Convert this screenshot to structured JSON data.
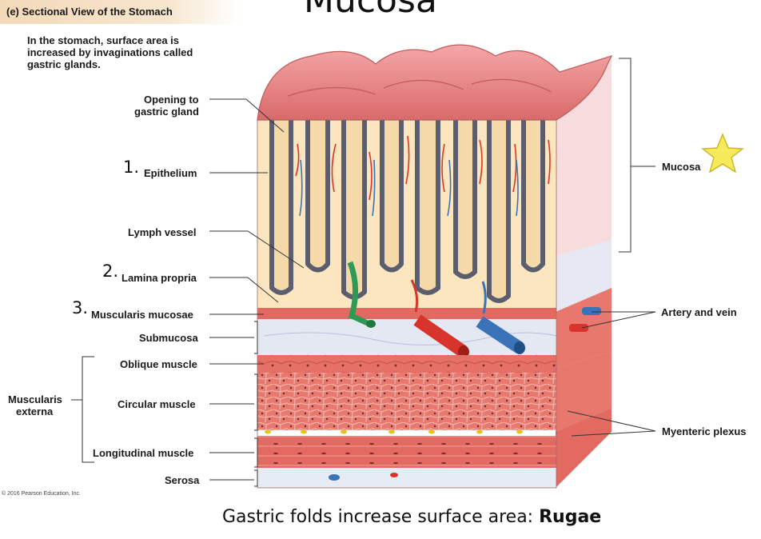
{
  "header": {
    "label": "(e) Sectional View of the Stomach"
  },
  "slide_title": "Mucosa",
  "intro_text": "In the stomach, surface area is increased by invaginations called gastric glands.",
  "labels": {
    "opening_line1": "Opening to",
    "opening_line2": "gastric gland",
    "epithelium": "Epithelium",
    "lymph_vessel": "Lymph vessel",
    "lamina_propria": "Lamina propria",
    "muscularis_mucosae": "Muscularis mucosae",
    "submucosa": "Submucosa",
    "oblique_muscle": "Oblique muscle",
    "muscularis_externa_line1": "Muscularis",
    "muscularis_externa_line2": "externa",
    "circular_muscle": "Circular muscle",
    "longitudinal_muscle": "Longitudinal muscle",
    "serosa": "Serosa",
    "mucosa": "Mucosa",
    "artery_and_vein": "Artery and vein",
    "myenteric_plexus": "Myenteric plexus"
  },
  "numbers": {
    "n1": "1.",
    "n2": "2.",
    "n3": "3."
  },
  "copyright": "© 2016 Pearson Education, Inc.",
  "caption": {
    "text": "Gastric folds increase surface area: ",
    "bold": "Rugae"
  },
  "colors": {
    "mucosa_surface": "#e88a8a",
    "lamina_propria": "#fbe6bf",
    "epithelium_dark": "#5b5e6e",
    "muscle": "#e4675e",
    "submucosa": "#dde3ef",
    "artery": "#d9342b",
    "vein": "#3a73b8",
    "lymph": "#2e9a55",
    "star": "#f6e95a"
  }
}
